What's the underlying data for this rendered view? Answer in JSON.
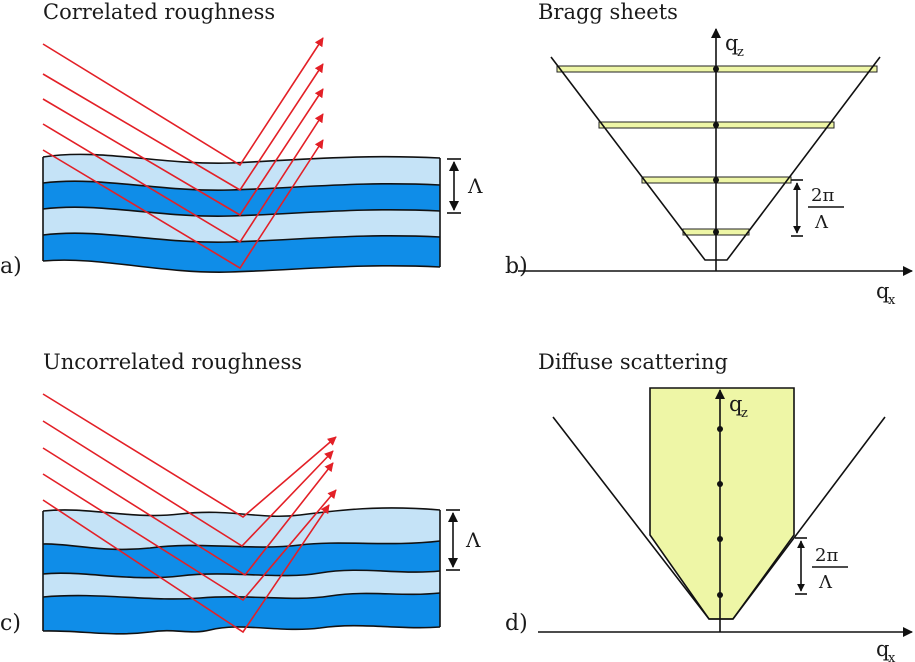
{
  "panels": {
    "a": {
      "label": "a)",
      "title": "Correlated roughness",
      "period_symbol": "Λ",
      "layer_colors": {
        "light": "#c5e3f7",
        "dark": "#0f8de8"
      },
      "ray_color": "#e32027"
    },
    "b": {
      "label": "b)",
      "title": "Bragg sheets",
      "axis_x": {
        "main": "q",
        "sub": "x"
      },
      "axis_z": {
        "main": "q",
        "sub": "z"
      },
      "spacing": {
        "numerator": "2π",
        "denominator": "Λ"
      },
      "sheet_color": "#eef6a6"
    },
    "c": {
      "label": "c)",
      "title": "Uncorrelated roughness",
      "period_symbol": "Λ"
    },
    "d": {
      "label": "d)",
      "title": "Diffuse scattering",
      "axis_x": {
        "main": "q",
        "sub": "x"
      },
      "axis_z": {
        "main": "q",
        "sub": "z"
      },
      "spacing": {
        "numerator": "2π",
        "denominator": "Λ"
      },
      "fill_color": "#eef6a6"
    }
  }
}
